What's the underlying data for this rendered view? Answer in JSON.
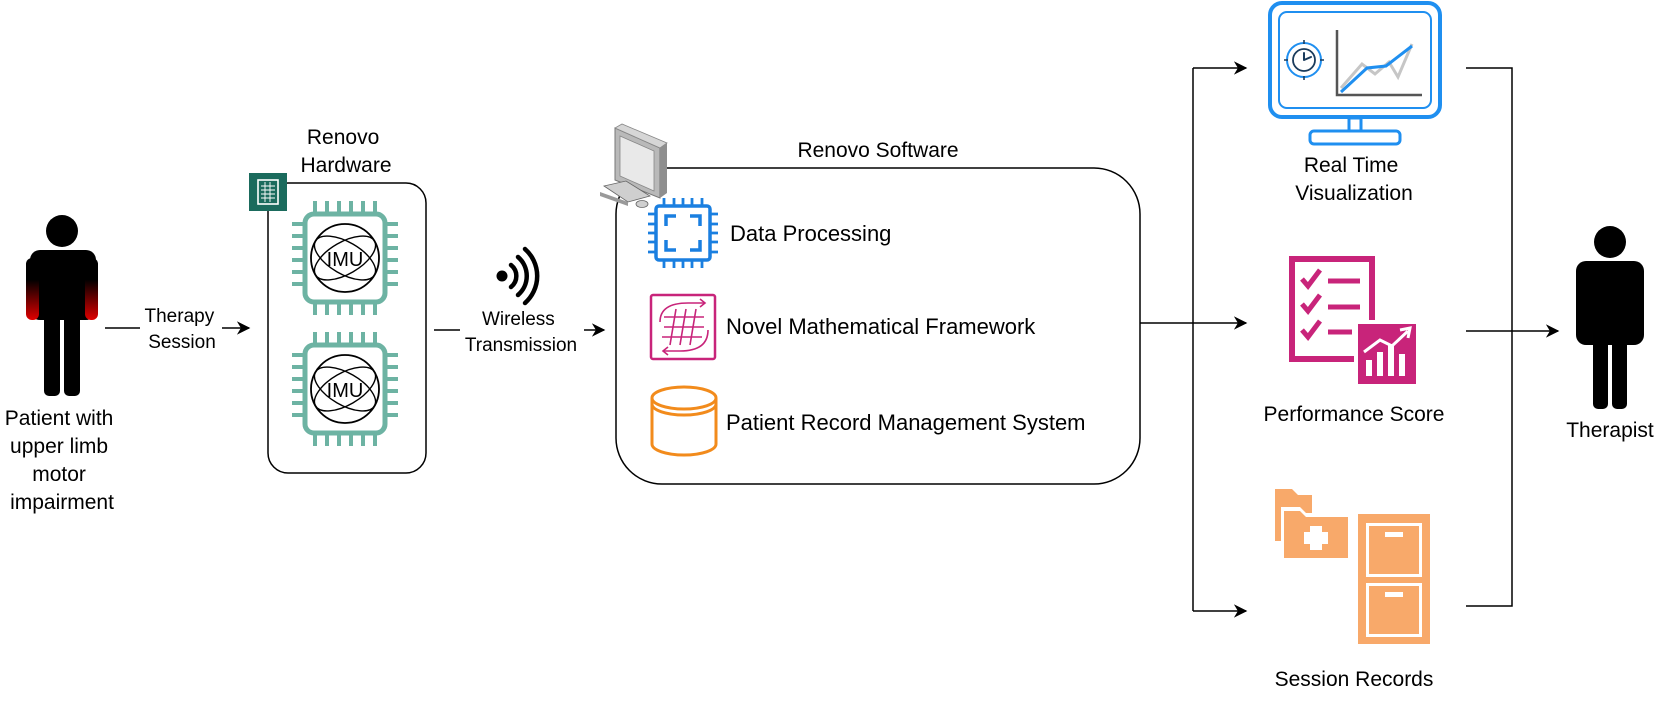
{
  "patient": {
    "label_lines": [
      "Patient with",
      "upper limb",
      "motor",
      "impairment"
    ]
  },
  "edges": {
    "therapy_lines": [
      "Therapy",
      "Session"
    ],
    "wireless_lines": [
      "Wireless",
      "Transmission"
    ]
  },
  "hardware": {
    "title_lines": [
      "Renovo",
      "Hardware"
    ],
    "sensor_label": "IMU"
  },
  "software": {
    "title": "Renovo Software",
    "items": [
      {
        "label": "Data Processing",
        "icon": "processor-chip-icon"
      },
      {
        "label": "Novel Mathematical Framework",
        "icon": "math-framework-icon"
      },
      {
        "label": "Patient Record Management System",
        "icon": "database-cylinder-icon"
      }
    ]
  },
  "outputs": {
    "realtime_lines": [
      "Real Time",
      "Visualization"
    ],
    "performance": "Performance Score",
    "session_records": "Session Records"
  },
  "therapist": {
    "label": "Therapist"
  },
  "colors": {
    "imu_green": "#6db3a3",
    "hw_badge": "#1b6b5d",
    "processing_blue": "#1a7fe0",
    "monitor_blue": "#1f8ff0",
    "framework_magenta": "#c8247a",
    "database_orange": "#f28b1c",
    "records_orange": "#f8a96a",
    "limb_red": "#e00000"
  }
}
